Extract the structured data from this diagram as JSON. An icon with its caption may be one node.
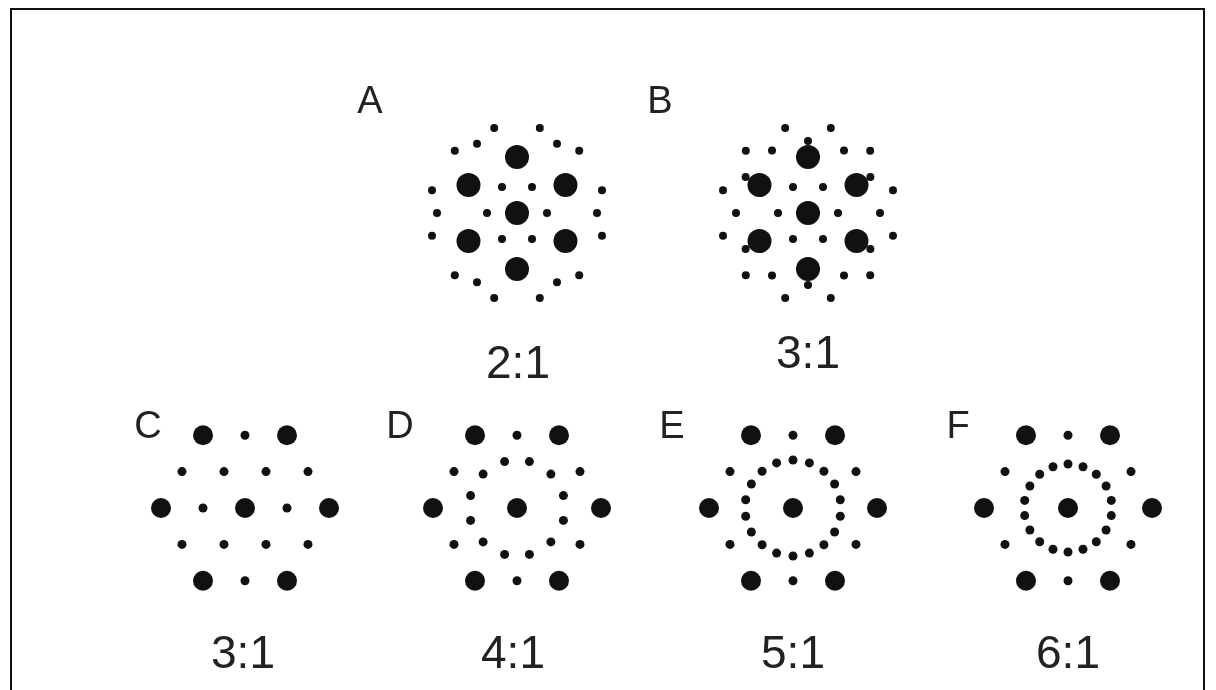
{
  "diagram": {
    "labels": [
      "A",
      "B",
      "2:1",
      "3:1",
      "C",
      "D",
      "E",
      "F",
      "3:1",
      "4:1",
      "5:1",
      "6:1"
    ]
  }
}
